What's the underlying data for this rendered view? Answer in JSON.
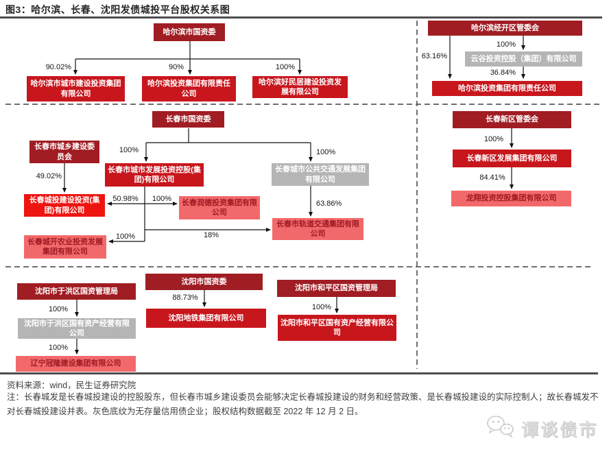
{
  "title": "图3：哈尔滨、长春、沈阳发债城投平台股权关系图",
  "legend_colors": {
    "government_dark_red": "#a01d23",
    "bond_issuer_red": "#c8161d",
    "bond_issuer_bright_red": "#ee1511",
    "subsidiary_pink": "#f2696b",
    "no_bond_gray": "#b5b5b5"
  },
  "orgs": {
    "harbin_gzw": "哈尔滨市国资委",
    "harbin_cjtz": "哈尔滨市城市建设投资集团有限公司",
    "harbin_tzjt": "哈尔滨投资集团有限责任公司",
    "harbin_hmj": "哈尔滨好民居建设投资发展有限公司",
    "harbin_jkq": "哈尔滨经开区管委会",
    "yungu": "云谷投资控股（集团）有限公司",
    "harbin_tzjt2": "哈尔滨投资集团有限责任公司",
    "cc_gzw": "长春市国资委",
    "cc_cxjw": "长春市城乡建设委员会",
    "cc_csfz": "长春市城市发展投资控股(集团)有限公司",
    "cc_ggjt": "长春城市公共交通发展集团有限公司",
    "cc_ctjs": "长春城投建设投资(集团)有限公司",
    "cc_runde": "长春润德投资集团有限公司",
    "cc_gdjt": "长春市轨道交通集团有限公司",
    "cc_cknp": "长春城开农业投资发展集团有限公司",
    "cc_xqgw": "长春新区管委会",
    "cc_xqfz": "长春新区发展集团有限公司",
    "longxiang": "龙翔投资控股集团有限公司",
    "sy_yhgz": "沈阳市于洪区国资管理局",
    "sy_yhgy": "沈阳市于洪区国有资产经营有限公司",
    "ln_guanlong": "辽宁冠隆建设集团有限公司",
    "sy_gzw": "沈阳市国资委",
    "sy_metro": "沈阳地铁集团有限公司",
    "sy_hpgz": "沈阳市和平区国资管理局",
    "sy_hpgy": "沈阳市和平区国有资产经营有限公司"
  },
  "percents": {
    "gzw_cjtz": "90.02%",
    "gzw_tzjt": "90%",
    "gzw_hmj": "100%",
    "jkq_tzjt": "63.16%",
    "jkq_yungu": "100%",
    "yungu_tzjt": "36.84%",
    "ccgzw_csfz": "100%",
    "ccgzw_ggjt": "100%",
    "cxjw_ctjs": "49.02%",
    "csfz_ctjs": "50.98%",
    "csfz_runde": "100%",
    "ggjt_gdjt": "63.86%",
    "csfz_gdjt": "18%",
    "csfz_cknp": "100%",
    "xqgw_xqfz": "100%",
    "xqfz_lx": "84.41%",
    "yhgz_yhgy": "100%",
    "yhgy_gl": "100%",
    "sygzw_metro": "88.73%",
    "hpgz_hpgy": "100%"
  },
  "footer": {
    "source": "资料来源：wind，民生证券研究院",
    "note": "注：长春城发是长春城投建设的控股股东，但长春市城乡建设委员会能够决定长春城投建设的财务和经营政策、是长春城投建设的实际控制人；故长春城发不对长春城投建设并表。灰色底纹为无存量信用债企业；股权结构数据截至 2022 年 12 月 2 日。",
    "logo_text": "谭谈债市"
  }
}
